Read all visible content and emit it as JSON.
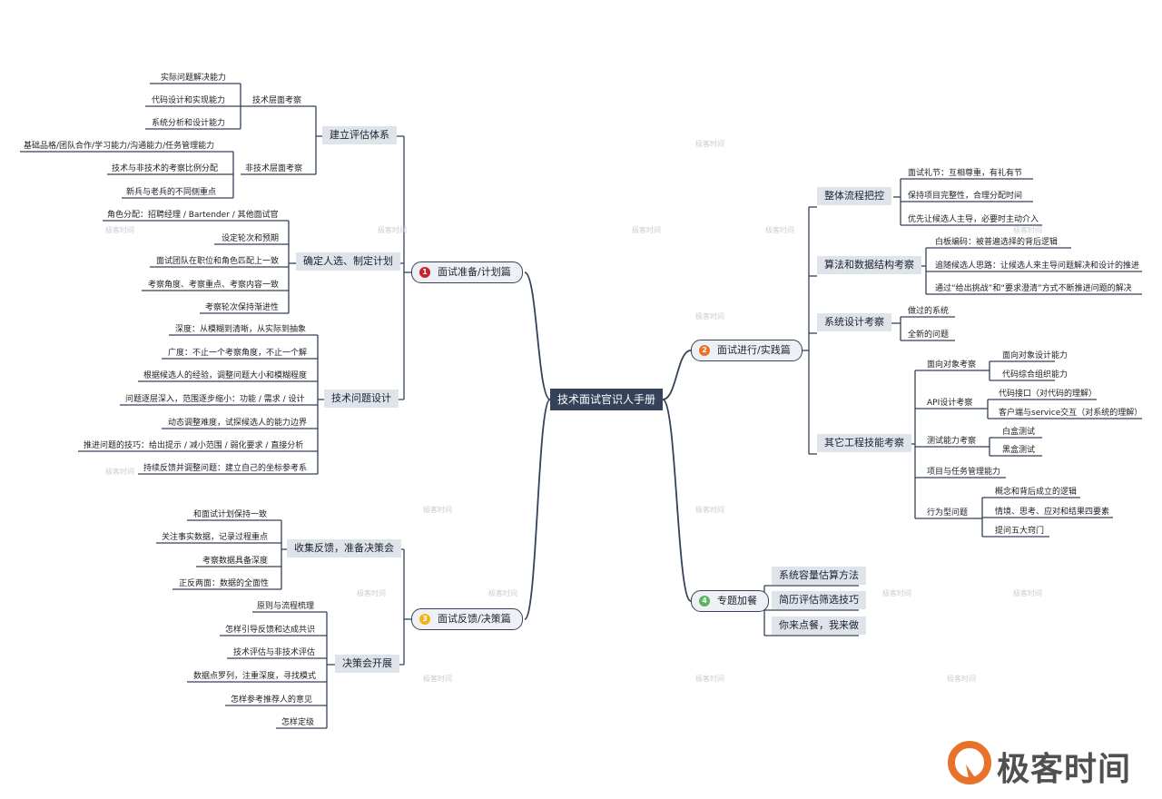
{
  "root": "技术面试官识人手册",
  "branches": {
    "b1": {
      "num": "1",
      "title": "面试准备/计划篇",
      "color": "#c8232f"
    },
    "b2": {
      "num": "2",
      "title": "面试进行/实践篇",
      "color": "#e8712b"
    },
    "b3": {
      "num": "3",
      "title": "面试反馈/决策篇",
      "color": "#f1b21c"
    },
    "b4": {
      "num": "4",
      "title": "专题加餐",
      "color": "#5bb55d"
    }
  },
  "b1": {
    "g1": {
      "title": "建立评估体系",
      "s1": {
        "title": "技术层面考察",
        "items": [
          "实际问题解决能力",
          "代码设计和实现能力",
          "系统分析和设计能力"
        ]
      },
      "s2": {
        "title": "非技术层面考察",
        "items": [
          "基础品格/团队合作/学习能力/沟通能力/任务管理能力",
          "技术与非技术的考察比例分配",
          "新兵与老兵的不同侧重点"
        ]
      }
    },
    "g2": {
      "title": "确定人选、制定计划",
      "items": [
        "角色分配：招聘经理 / Bartender / 其他面试官",
        "设定轮次和预期",
        "面试团队在职位和角色匹配上一致",
        "考察角度、考察重点、考察内容一致",
        "考察轮次保持渐进性"
      ]
    },
    "g3": {
      "title": "技术问题设计",
      "items": [
        "深度：从模糊到清晰，从实际到抽象",
        "广度：不止一个考察角度，不止一个解",
        "根据候选人的经验，调整问题大小和模糊程度",
        "问题逐层深入，范围逐步缩小：功能 / 需求 / 设计",
        "动态调整难度，试探候选人的能力边界",
        "推进问题的技巧：给出提示 / 减小范围 / 弱化要求 / 直接分析",
        "持续反馈并调整问题：建立自己的坐标参考系"
      ]
    }
  },
  "b2": {
    "g1": {
      "title": "整体流程把控",
      "items": [
        "面试礼节：互相尊重，有礼有节",
        "保持项目完整性，合理分配时间",
        "优先让候选人主导，必要时主动介入"
      ]
    },
    "g2": {
      "title": "算法和数据结构考察",
      "items": [
        "白板编码：被普遍选择的背后逻辑",
        "追随候选人思路：让候选人来主导问题解决和设计的推进",
        "通过“给出挑战”和“要求澄清”方式不断推进问题的解决"
      ]
    },
    "g3": {
      "title": "系统设计考察",
      "items": [
        "做过的系统",
        "全新的问题"
      ]
    },
    "g4": {
      "title": "其它工程技能考察",
      "s1": {
        "title": "面向对象考察",
        "items": [
          "面向对象设计能力",
          "代码综合组织能力"
        ]
      },
      "s2": {
        "title": "API设计考察",
        "items": [
          "代码接口（对代码的理解）",
          "客户端与service交互（对系统的理解）"
        ]
      },
      "s3": {
        "title": "测试能力考察",
        "items": [
          "白盒测试",
          "黑盒测试"
        ]
      },
      "s4": {
        "title": "项目与任务管理能力"
      },
      "s5": {
        "title": "行为型问题",
        "items": [
          "概念和背后成立的逻辑",
          "情境、思考、应对和结果四要素",
          "提问五大窍门"
        ]
      }
    }
  },
  "b3": {
    "g1": {
      "title": "收集反馈，准备决策会",
      "items": [
        "和面试计划保持一致",
        "关注事实数据，记录过程重点",
        "考察数据具备深度",
        "正反两面：数据的全面性"
      ]
    },
    "g2": {
      "title": "决策会开展",
      "items": [
        "原则与流程梳理",
        "怎样引导反馈和达成共识",
        "技术评估与非技术评估",
        "数据点罗列，注重深度，寻找模式",
        "怎样参考推荐人的意见",
        "怎样定级"
      ]
    }
  },
  "b4": {
    "items": [
      "系统容量估算方法",
      "简历评估筛选技巧",
      "你来点餐，我来做"
    ]
  },
  "watermark": "极客时间",
  "logo": {
    "text": "极客时间",
    "color": "#e8712b"
  }
}
